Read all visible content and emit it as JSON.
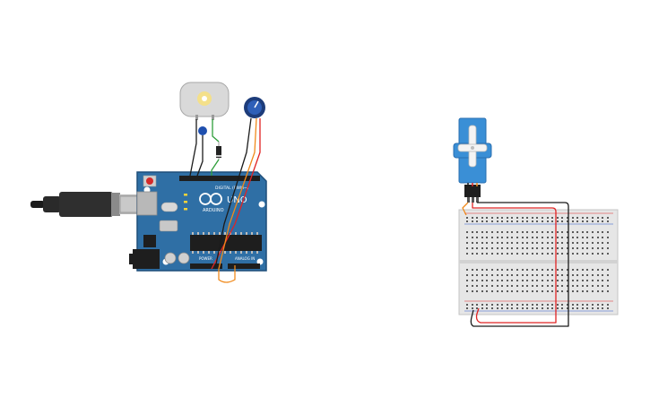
{
  "colors": {
    "background": "#ffffff",
    "arduino_board": "#2f6fa5",
    "arduino_board_edge": "#1f4f7a",
    "breadboard": "#e6e6e6",
    "wire_red": "#e02424",
    "wire_black": "#1b1b1b",
    "wire_orange": "#f08a1c",
    "wire_green": "#2e9e3a",
    "servo_blue": "#3a8fd6",
    "chip_black": "#1e1e1e"
  },
  "components": {
    "arduino": {
      "logo_text": "UNO",
      "brand_text": "ARDUINO",
      "digital_label": "DIGITAL (PWM~)",
      "analog_label": "ANALOG IN",
      "power_label": "POWER",
      "icons": [
        "usb-plug-icon",
        "dc-jack-icon",
        "reset-button-icon",
        "atmega-chip-icon"
      ]
    },
    "dc_motor": {
      "icon": "dc-motor-icon"
    },
    "potentiometer": {
      "icon": "potentiometer-icon"
    },
    "diode": {
      "icon": "diode-icon"
    },
    "capacitor": {
      "icon": "ceramic-capacitor-icon"
    },
    "servo": {
      "icon": "micro-servo-icon"
    },
    "breadboard": {
      "icon": "half-breadboard-icon"
    }
  }
}
